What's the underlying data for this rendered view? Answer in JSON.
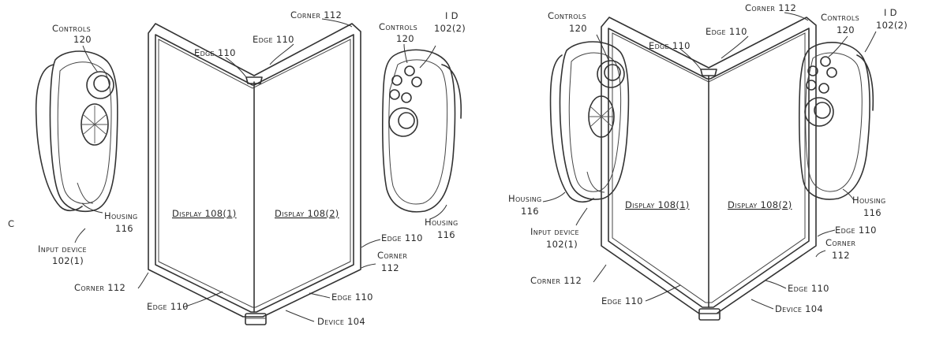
{
  "left_figure": {
    "controls_left_label": "Controls",
    "controls_left_num": "120",
    "corner_top_label": "Corner 112",
    "edge_upper_right_label": "Edge 110",
    "edge_upper_left_label": "Edge 110",
    "controls_right_label": "Controls",
    "controls_right_num": "120",
    "id_label": "I D",
    "id_num": "102(2)",
    "c_label": "C",
    "display_left_label": "Display 108(1)",
    "display_right_label": "Display 108(2)",
    "housing_left_label": "Housing",
    "housing_left_num": "116",
    "housing_right_label": "Housing",
    "housing_right_num": "116",
    "input_device_label": "Input device",
    "input_device_num": "102(1)",
    "edge_right_label": "Edge 110",
    "corner_right_label": "Corner",
    "corner_right_num": "112",
    "corner_left_label": "Corner 112",
    "edge_bottom_left_label": "Edge 110",
    "edge_bottom_right_label": "Edge 110",
    "device_label": "Device 104"
  },
  "right_figure": {
    "controls_left_label": "Controls",
    "controls_left_num": "120",
    "corner_top_label": "Corner 112",
    "edge_upper_right_label": "Edge 110",
    "edge_upper_left_label": "Edge 110",
    "controls_right_label": "Controls",
    "controls_right_num": "120",
    "id_label": "I D",
    "id_num": "102(2)",
    "display_left_label": "Display 108(1)",
    "display_right_label": "Display 108(2)",
    "housing_left_label": "Housing",
    "housing_left_num": "116",
    "housing_right_label": "Housing",
    "housing_right_num": "116",
    "input_device_label": "Input device",
    "input_device_num": "102(1)",
    "edge_right_label": "Edge 110",
    "corner_right_label": "Corner",
    "corner_right_num": "112",
    "corner_left_label": "Corner 112",
    "edge_bottom_left_label": "Edge 110",
    "edge_bottom_right_label": "Edge 110",
    "device_label": "Device 104"
  }
}
